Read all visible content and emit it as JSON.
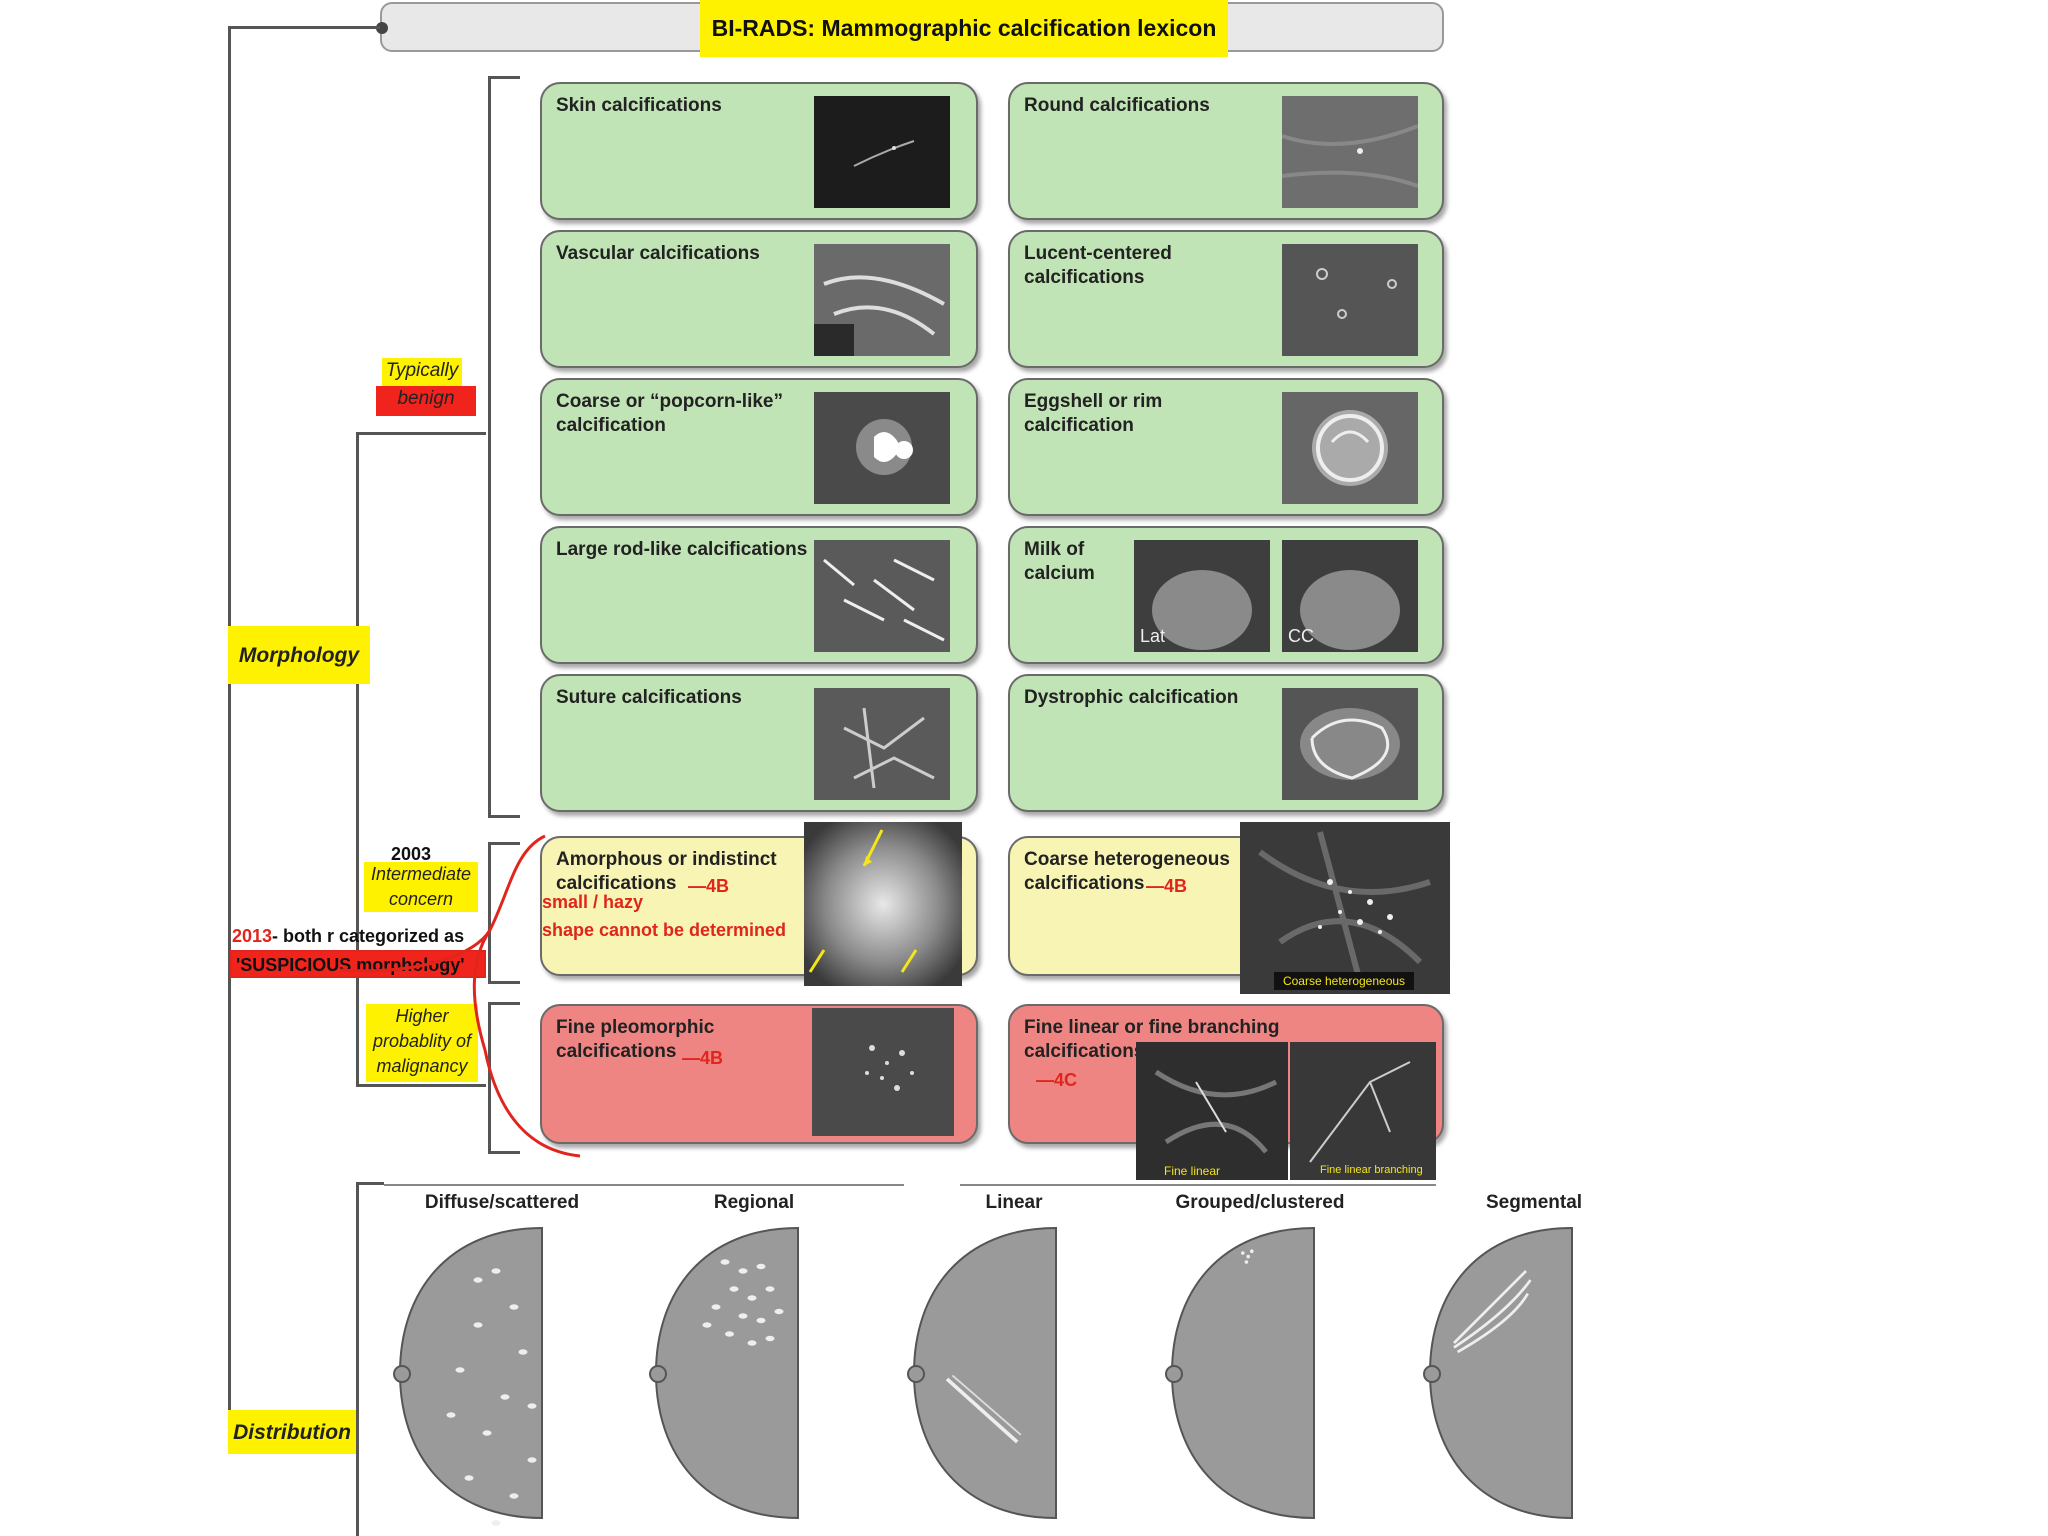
{
  "title": "BI-RADS: Mammographic calcification lexicon",
  "labels": {
    "morphology": "Morphology",
    "distribution": "Distribution",
    "typically": "Typically",
    "benign": "benign",
    "year_2003": "2003",
    "intermediate": "Intermediate",
    "concern": "concern",
    "higher": "Higher",
    "probability": "probablity of",
    "malignancy": "malignancy",
    "year_2013": "2013",
    "both_text": "- both r categorized as",
    "suspicious": "'SUSPICIOUS morphology'"
  },
  "benign_cards": [
    {
      "label": "Skin calcifications"
    },
    {
      "label": "Round calcifications"
    },
    {
      "label": "Vascular calcifications"
    },
    {
      "label": "Lucent-centered\ncalcifications"
    },
    {
      "label": "Coarse or “popcorn-like”\ncalcification"
    },
    {
      "label": "Eggshell or rim\ncalcification"
    },
    {
      "label": "Large rod-like calcifications"
    },
    {
      "label": "Milk of\ncalcium"
    },
    {
      "label": "Suture calcifications"
    },
    {
      "label": "Dystrophic calcification"
    }
  ],
  "milk_tags": {
    "lat": "Lat",
    "cc": "CC"
  },
  "intermediate_cards": [
    {
      "label": "Amorphous or indistinct\ncalcifications",
      "code": "—4B"
    },
    {
      "label": "Coarse heterogeneous\ncalcifications",
      "code": "—4B",
      "caption": "Coarse heterogeneous"
    }
  ],
  "amorphous_notes": {
    "line1": "small / hazy",
    "line2": "shape cannot be determined"
  },
  "high_cards": [
    {
      "label": "Fine pleomorphic\ncalcifications",
      "code": "—4B"
    },
    {
      "label": "Fine linear or fine branching\ncalcifications",
      "code": "—4C",
      "cap1": "Fine linear",
      "cap2": "Fine linear branching"
    }
  ],
  "distribution": [
    {
      "label": "Diffuse/scattered"
    },
    {
      "label": "Regional"
    },
    {
      "label": "Linear"
    },
    {
      "label": "Grouped/clustered"
    },
    {
      "label": "Segmental"
    }
  ],
  "colors": {
    "benign": "#c1e4b6",
    "intermediate": "#f7f4b4",
    "high": "#ef8583",
    "highlight": "#fff200",
    "alert": "#f0241c"
  }
}
